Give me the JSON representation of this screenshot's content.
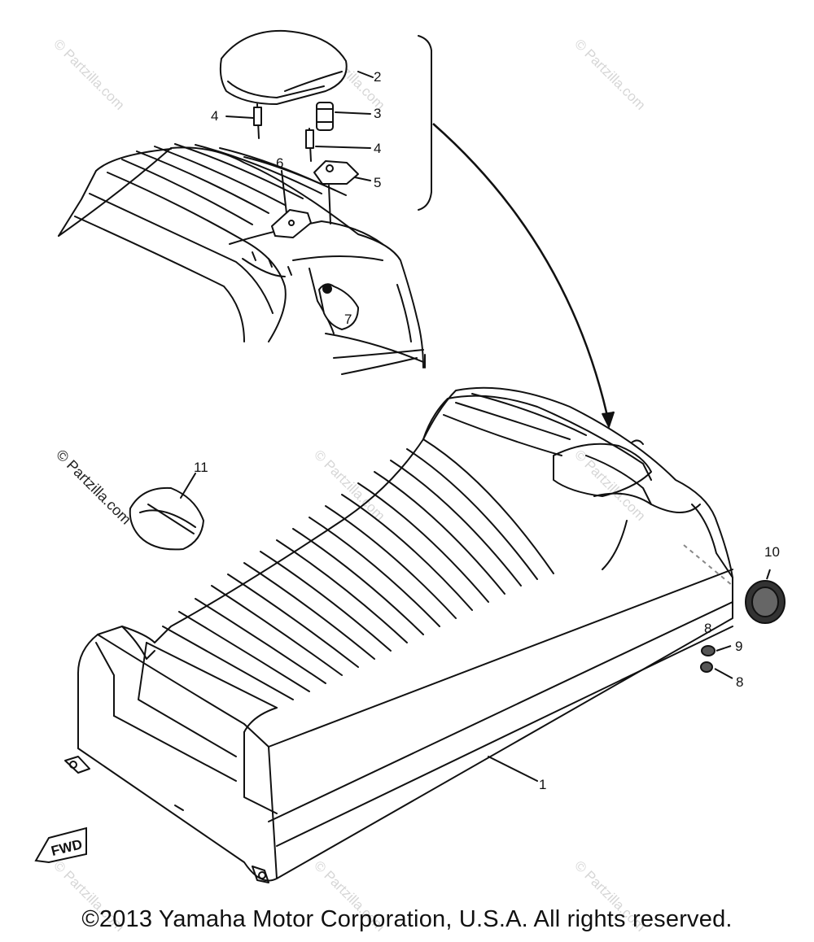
{
  "callouts": {
    "c1": "1",
    "c2": "2",
    "c3": "3",
    "c4a": "4",
    "c4b": "4",
    "c5": "5",
    "c6": "6",
    "c7": "7",
    "c8": "8",
    "c9": "9",
    "c10": "10",
    "c11": "11",
    "c12": "8"
  },
  "watermark": {
    "text": "© Partzilla.com",
    "prominent": "© Partzilla.com"
  },
  "fwd_label": "FWD",
  "copyright": "©2013 Yamaha Motor Corporation, U.S.A. All rights reserved.",
  "colors": {
    "line": "#111111",
    "watermark": "#d6d6d6",
    "background": "#ffffff"
  }
}
